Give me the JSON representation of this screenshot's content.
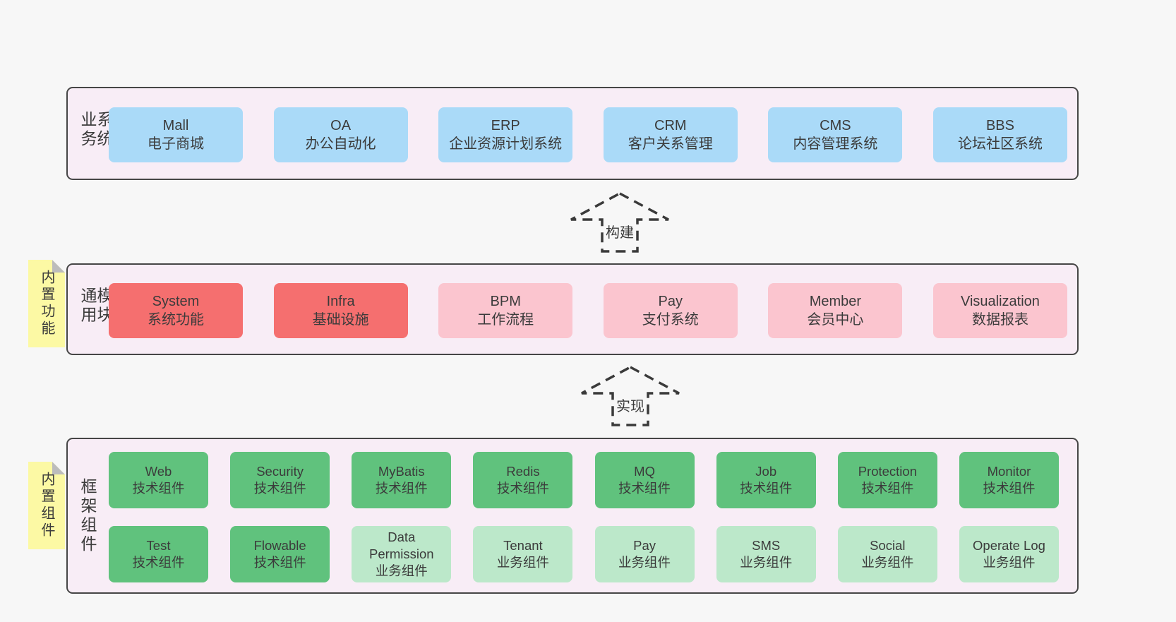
{
  "colors": {
    "page_bg": "#f7f7f7",
    "band_bg": "#f8edf6",
    "band_border": "#464646",
    "blue_box": "#aadaf8",
    "red_box": "#f56f6f",
    "pink_box": "#fbc5cf",
    "green_box": "#60c27d",
    "light_green_box": "#bce8ca",
    "sticky_bg": "#fcf9a4",
    "sticky_fold": "#bcbcbc",
    "text": "#3b3b3b"
  },
  "arrows": [
    {
      "label": "构建"
    },
    {
      "label": "实现"
    }
  ],
  "bands": [
    {
      "label": "业务系统",
      "boxes": [
        {
          "title": "Mall",
          "sub": "电子商城"
        },
        {
          "title": "OA",
          "sub": "办公自动化"
        },
        {
          "title": "ERP",
          "sub": "企业资源计划系统"
        },
        {
          "title": "CRM",
          "sub": "客户关系管理"
        },
        {
          "title": "CMS",
          "sub": "内容管理系统"
        },
        {
          "title": "BBS",
          "sub": "论坛社区系统"
        }
      ]
    },
    {
      "label": "通用模块",
      "sticky": "内置功能",
      "boxes": [
        {
          "title": "System",
          "sub": "系统功能"
        },
        {
          "title": "Infra",
          "sub": "基础设施"
        },
        {
          "title": "BPM",
          "sub": "工作流程"
        },
        {
          "title": "Pay",
          "sub": "支付系统"
        },
        {
          "title": "Member",
          "sub": "会员中心"
        },
        {
          "title": "Visualization",
          "sub": "数据报表"
        }
      ]
    },
    {
      "label": "框架组件",
      "sticky": "内置组件",
      "rows": [
        [
          {
            "title": "Web",
            "sub": "技术组件"
          },
          {
            "title": "Security",
            "sub": "技术组件"
          },
          {
            "title": "MyBatis",
            "sub": "技术组件"
          },
          {
            "title": "Redis",
            "sub": "技术组件"
          },
          {
            "title": "MQ",
            "sub": "技术组件"
          },
          {
            "title": "Job",
            "sub": "技术组件"
          },
          {
            "title": "Protection",
            "sub": "技术组件"
          },
          {
            "title": "Monitor",
            "sub": "技术组件"
          }
        ],
        [
          {
            "title": "Test",
            "sub": "技术组件"
          },
          {
            "title": "Flowable",
            "sub": "技术组件"
          },
          {
            "title": "Data Permission",
            "sub": "业务组件"
          },
          {
            "title": "Tenant",
            "sub": "业务组件"
          },
          {
            "title": "Pay",
            "sub": "业务组件"
          },
          {
            "title": "SMS",
            "sub": "业务组件"
          },
          {
            "title": "Social",
            "sub": "业务组件"
          },
          {
            "title": "Operate Log",
            "sub": "业务组件"
          }
        ]
      ]
    }
  ]
}
